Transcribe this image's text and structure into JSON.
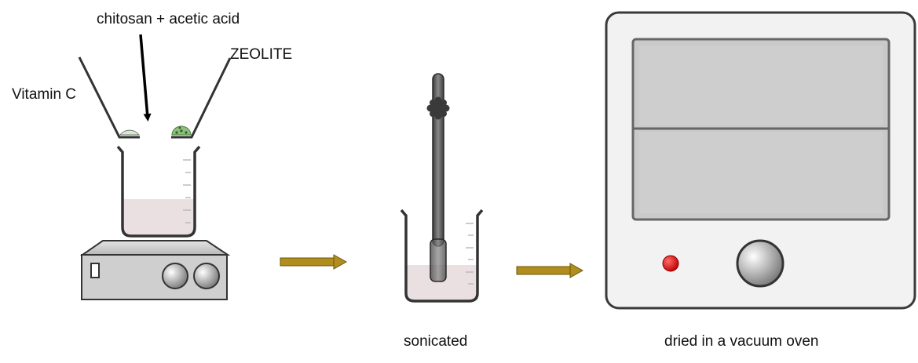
{
  "labels": {
    "chitosan": "chitosan + acetic acid",
    "zeolite": "ZEOLITE",
    "vitamin_c": "Vitamin C",
    "sonicated": "sonicated",
    "dried": "dried in a vacuum oven"
  },
  "colors": {
    "arrow": "#b08d1e",
    "indicator_light": "#e01010",
    "liquid": "#eadfe1",
    "hot_plate": "#c8c8c8",
    "oven_body": "#f2f2f2",
    "oven_window": "#cccccc",
    "outline": "#333333"
  },
  "icons": {
    "stirrer": "hot-plate-stirrer-icon",
    "beaker": "beaker-icon",
    "sonicator": "ultrasonic-probe-icon",
    "oven": "vacuum-oven-icon"
  }
}
